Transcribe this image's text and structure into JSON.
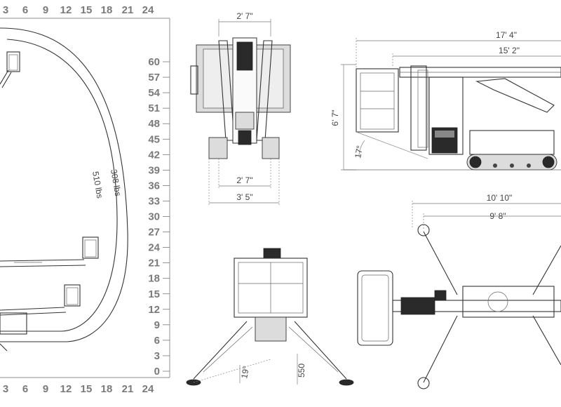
{
  "range_chart": {
    "x_ticks_top": [
      "3",
      "6",
      "9",
      "12",
      "15",
      "18",
      "21",
      "24"
    ],
    "x_ticks_bottom": [
      "3",
      "6",
      "9",
      "12",
      "15",
      "18",
      "21",
      "24"
    ],
    "y_ticks": [
      "60",
      "57",
      "54",
      "51",
      "48",
      "45",
      "42",
      "39",
      "36",
      "33",
      "30",
      "27",
      "24",
      "21",
      "18",
      "15",
      "12",
      "9",
      "6",
      "3",
      "0"
    ],
    "curve_labels": [
      "510 lbs",
      "308 lbs"
    ]
  },
  "front_view": {
    "top_width": "2' 7\"",
    "inner_width": "2' 7\"",
    "outer_width": "3' 5\""
  },
  "side_view": {
    "overall_length": "17' 4\"",
    "boom_length": "15' 2\"",
    "height": "6' 7\"",
    "angle": "17°"
  },
  "rear_view": {
    "angle": "19°",
    "ground_clearance": "550"
  },
  "top_view": {
    "outrigger_width": "10' 10\"",
    "inner_width": "9' 8\""
  }
}
